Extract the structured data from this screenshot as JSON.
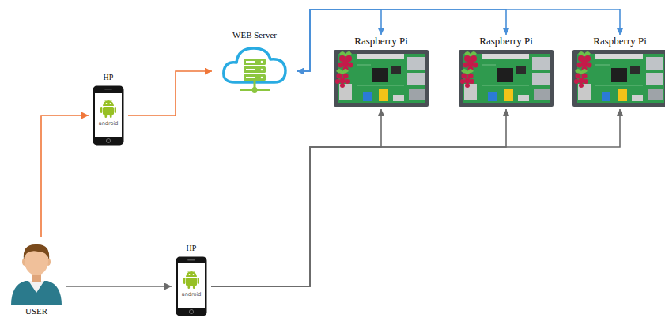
{
  "diagram": {
    "nodes": [
      {
        "text": [
          "WEB Server"
        ]
      },
      {
        "text": [
          "Raspberry Pi"
        ]
      },
      {
        "text": [
          "Raspberry Pi"
        ]
      },
      {
        "text": [
          "Raspberry Pi"
        ]
      },
      {
        "text": [
          "HP",
          "android"
        ]
      },
      {
        "text": [
          "USER"
        ]
      },
      {
        "text": [
          "HP",
          "android"
        ]
      }
    ],
    "edges": [
      {
        "from": 5,
        "to": 4,
        "arrow": "to"
      },
      {
        "from": 4,
        "to": 0,
        "arrow": "to"
      },
      {
        "from": 0,
        "to": 1,
        "arrow": "both"
      },
      {
        "from": 0,
        "to": 2,
        "arrow": "both"
      },
      {
        "from": 0,
        "to": 3,
        "arrow": "both"
      },
      {
        "from": 5,
        "to": 6,
        "arrow": "to"
      },
      {
        "from": 6,
        "to": 1,
        "arrow": "to"
      },
      {
        "from": 6,
        "to": 2,
        "arrow": "to"
      },
      {
        "from": 6,
        "to": 3,
        "arrow": "to"
      }
    ]
  }
}
